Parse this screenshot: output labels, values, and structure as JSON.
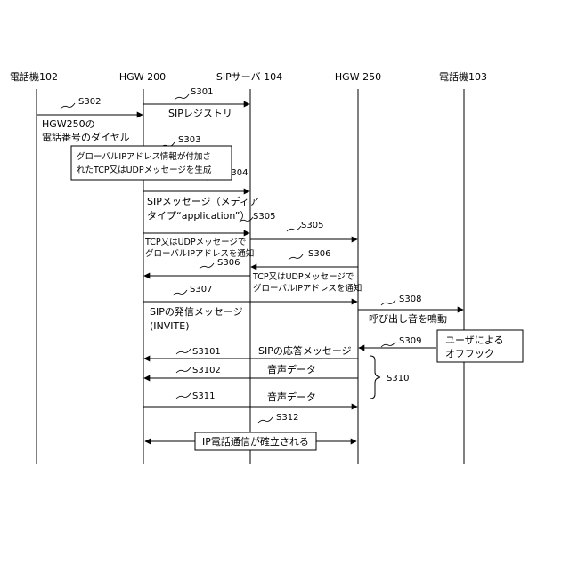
{
  "entities": {
    "phone102": "電話機102",
    "hgw200": "HGW 200",
    "sip104": "SIPサーバ 104",
    "hgw250": "HGW 250",
    "phone103": "電話機103"
  },
  "steps": {
    "s301": "S301",
    "s302": "S302",
    "s303": "S303",
    "s304": "S304",
    "s305a": "S305",
    "s305b": "S305",
    "s306a": "S306",
    "s306b": "S306",
    "s307": "S307",
    "s308": "S308",
    "s309": "S309",
    "s3101": "S3101",
    "s3102": "S3102",
    "s310": "S310",
    "s311": "S311",
    "s312": "S312"
  },
  "messages": {
    "sip_registry": "SIPレジストリ",
    "dial_line1": "HGW250の",
    "dial_line2": "電話番号のダイヤル",
    "s303_line1": "グローバルIPアドレス情報が付加さ",
    "s303_line2": "れたTCP又はUDPメッセージを生成",
    "s304_line1": "SIPメッセージ（メディア",
    "s304_line2": "タイプ“application”）",
    "s305_line1": "TCP又はUDPメッセージで",
    "s305_line2": "グローバルIPアドレスを通知",
    "s306_line1": "TCP又はUDPメッセージで",
    "s306_line2": "グローバルIPアドレスを通知",
    "invite_line1": "SIPの発信メッセージ",
    "invite_line2": "(INVITE)",
    "ring": "呼び出し音を鳴動",
    "offhook_line1": "ユーザによる",
    "offhook_line2": "オフフック",
    "sip_response": "SIPの応答メッセージ",
    "voice1": "音声データ",
    "voice2": "音声データ",
    "established": "IP電話通信が確立される"
  }
}
